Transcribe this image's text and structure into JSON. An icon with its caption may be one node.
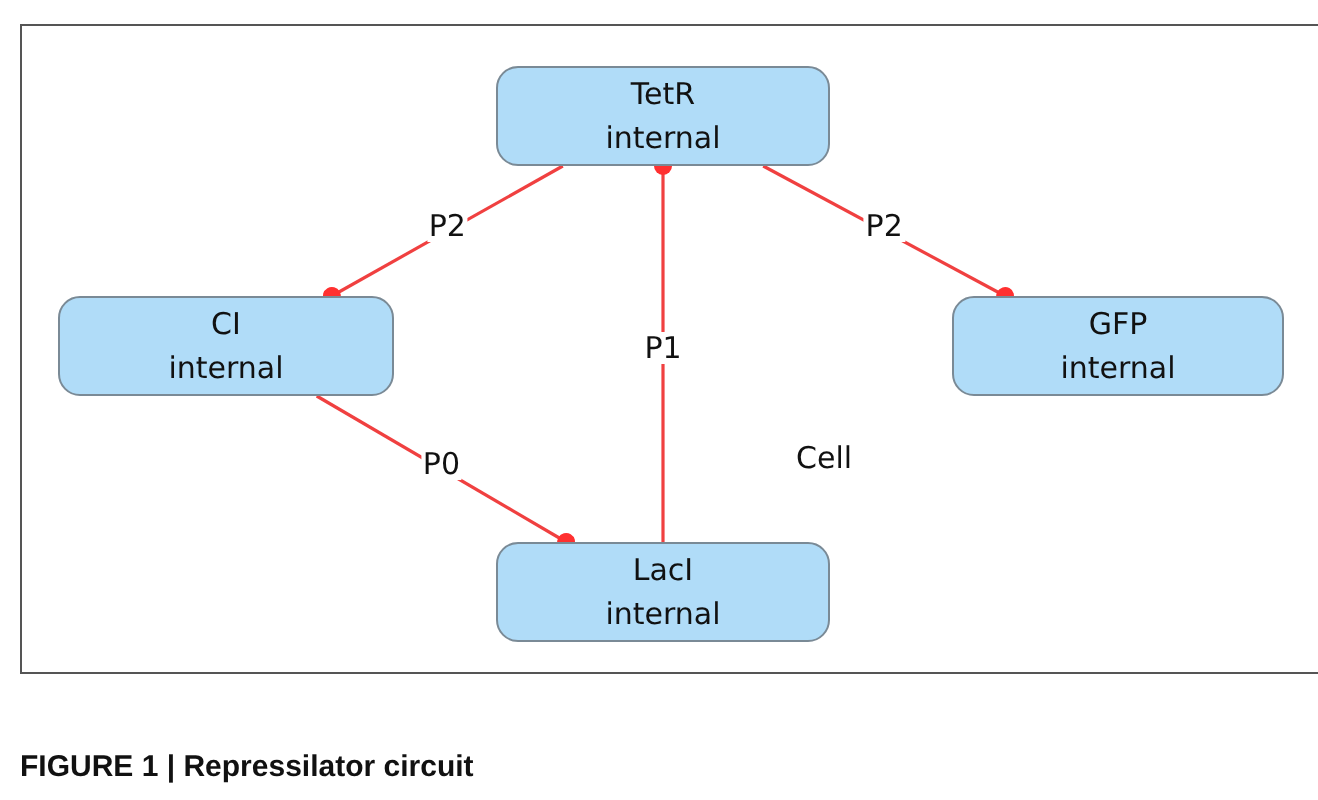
{
  "diagram": {
    "caption": "FIGURE 1 | Repressilator circuit",
    "nodes": [
      {
        "text": [
          "TetR",
          "internal"
        ]
      },
      {
        "text": [
          "CI",
          "internal"
        ]
      },
      {
        "text": [
          "GFP",
          "internal"
        ]
      },
      {
        "text": [
          "LacI",
          "internal"
        ]
      }
    ],
    "edges": [
      {
        "from": 0,
        "to": 1,
        "arrow": "other",
        "label": "P2"
      },
      {
        "from": 0,
        "to": 2,
        "arrow": "other",
        "label": "P2"
      },
      {
        "from": 1,
        "to": 3,
        "arrow": "other",
        "label": "P0"
      },
      {
        "from": 3,
        "to": 0,
        "arrow": "other",
        "label": "P1"
      }
    ],
    "labels": [
      "Cell"
    ]
  }
}
